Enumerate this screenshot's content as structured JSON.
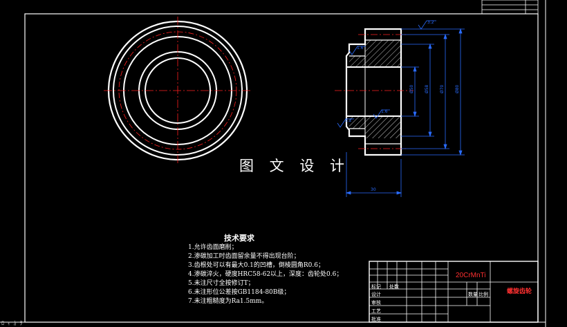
{
  "watermark": "图 文 设 计",
  "tech_requirements": {
    "title": "技术要求",
    "items": [
      "1.允许齿面磨削；",
      "2.渗碳加工时齿面留余量不得出现台阶；",
      "3.齿根处可以有最大0.1的凹槽，倒棱圆角R0.6；",
      "4.渗碳淬火，硬度HRC58-62以上，深度：齿轮处0.6；",
      "5.未注尺寸全按修订T；",
      "6.未注形位公差按GB1184-80B级；",
      "7.未注粗糙度为Ra1.5mm。"
    ]
  },
  "title_block": {
    "material": "20CrMnTi",
    "part_name": "螺旋齿轮",
    "row_labels": [
      "标记",
      "处数",
      "设计",
      "审核",
      "工艺",
      "批准"
    ],
    "top_labels": [
      "数量",
      "比例"
    ]
  },
  "dimensions": {
    "diameters": [
      "Ø50",
      "Ø58",
      "Ø70",
      "Ø80"
    ],
    "width": "30",
    "roughness": [
      "1.6",
      "1.6",
      "3.2",
      "3.2"
    ]
  },
  "status_bar": "ﾛ ｨ ｶ ｦ",
  "colors": {
    "outline": "#ffffff",
    "centerline": "#ff2020",
    "dimension": "#2a6cff",
    "title_red": "#ff3030"
  }
}
